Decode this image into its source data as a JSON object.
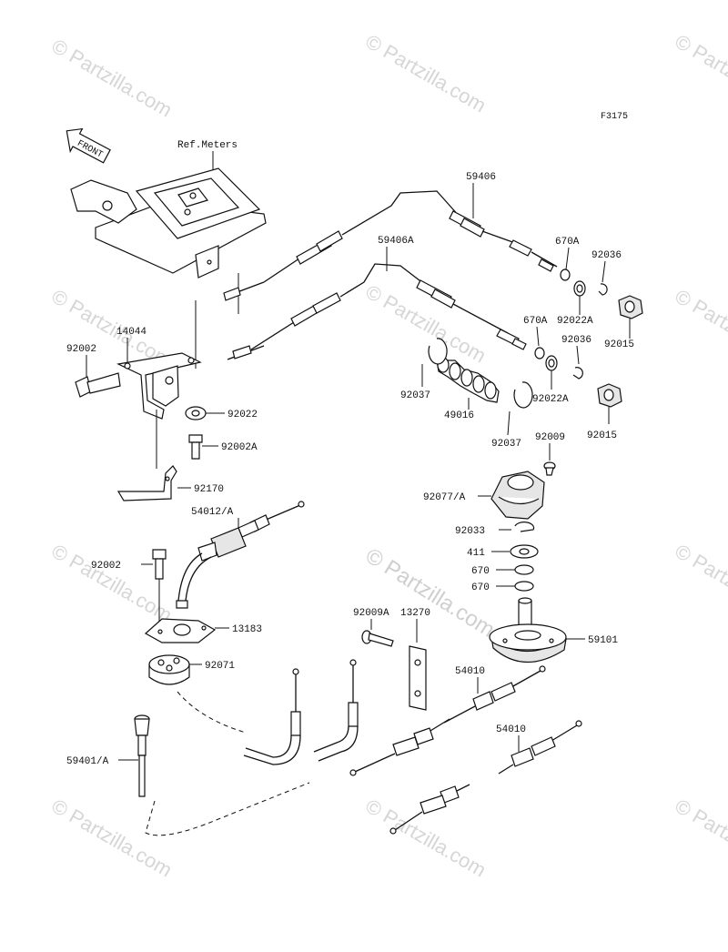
{
  "diagram": {
    "figure_code": "F3175",
    "front_label": "FRONT",
    "ref_meters_label": "Ref.Meters",
    "main_watermark": "© Partzilla.com",
    "bg_watermark": "© Partzilla.com",
    "callouts": {
      "c59406": "59406",
      "c59406A": "59406A",
      "c670A_1": "670A",
      "c92036_1": "92036",
      "c92022A_1": "92022A",
      "c92015_1": "92015",
      "c670A_2": "670A",
      "c92036_2": "92036",
      "c92022A_2": "92022A",
      "c92015_2": "92015",
      "c14044": "14044",
      "c92002_1": "92002",
      "c92022": "92022",
      "c92002A": "92002A",
      "c92170": "92170",
      "c92037_1": "92037",
      "c49016": "49016",
      "c92037_2": "92037",
      "c92009": "92009",
      "c92077A": "92077/A",
      "c92033": "92033",
      "c411": "411",
      "c670_1": "670",
      "c670_2": "670",
      "c54012A": "54012/A",
      "c92002_2": "92002",
      "c13183": "13183",
      "c92071": "92071",
      "c92009A": "92009A",
      "c13270": "13270",
      "c59101": "59101",
      "c54010_1": "54010",
      "c54010_2": "54010",
      "c59401A": "59401/A"
    }
  }
}
